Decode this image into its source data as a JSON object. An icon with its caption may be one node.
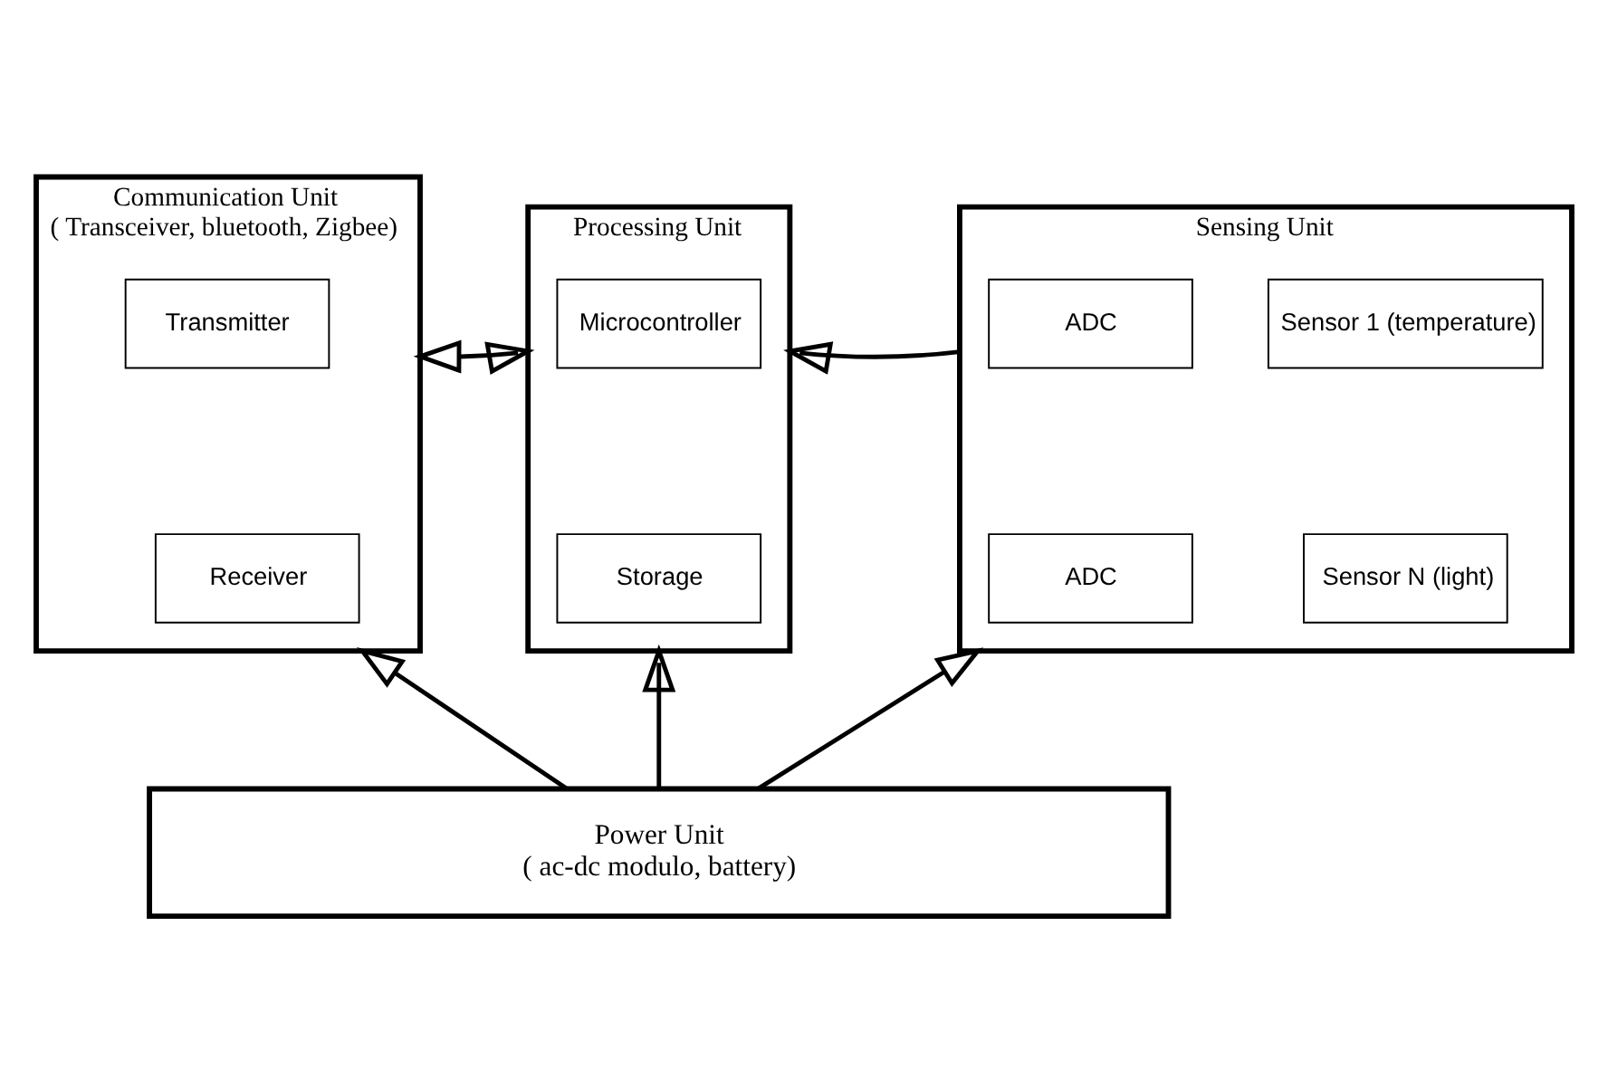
{
  "diagram": {
    "nodes": [
      {
        "text": [
          "Communication Unit",
          "( Transceiver, bluetooth, Zigbee)"
        ]
      },
      {
        "text": [
          "Transmitter"
        ],
        "in": 0
      },
      {
        "text": [
          "Receiver"
        ],
        "in": 0
      },
      {
        "text": [
          "Processing Unit"
        ]
      },
      {
        "text": [
          "Microcontroller"
        ],
        "in": 3
      },
      {
        "text": [
          "Storage"
        ],
        "in": 3
      },
      {
        "text": [
          "Sensing Unit"
        ]
      },
      {
        "text": [
          "ADC"
        ],
        "in": 6
      },
      {
        "text": [
          "Sensor 1 (temperature)"
        ],
        "in": 6
      },
      {
        "text": [
          "ADC"
        ],
        "in": 6
      },
      {
        "text": [
          "Sensor N (light)"
        ],
        "in": 6
      },
      {
        "text": [
          "Power Unit",
          "( ac-dc modulo, battery)"
        ]
      }
    ],
    "edges": [
      {
        "from": 0,
        "to": 3,
        "arrow": "both"
      },
      {
        "from": 6,
        "to": 3,
        "arrow": "to"
      },
      {
        "from": 11,
        "to": 0,
        "arrow": "to"
      },
      {
        "from": 11,
        "to": 3,
        "arrow": "to"
      },
      {
        "from": 11,
        "to": 6,
        "arrow": "to"
      }
    ]
  }
}
